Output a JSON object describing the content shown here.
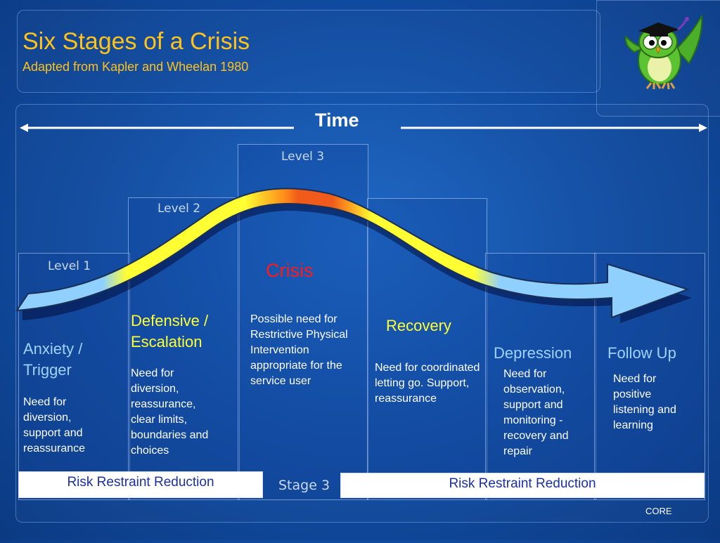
{
  "header": {
    "title": "Six Stages of a Crisis",
    "subtitle": "Adapted from Kapler and Wheelan 1980",
    "logo_icon": "owl-graduate-icon"
  },
  "diagram": {
    "axis_label": "Time",
    "levels": [
      "Level 1",
      "Level 2",
      "Level 3"
    ],
    "stages": [
      {
        "heading": "Anxiety / Trigger",
        "body": "Need for diversion, support and reassurance",
        "color": "#9fd2ff"
      },
      {
        "heading": "Defensive / Escalation",
        "body": "Need for diversion, reassurance, clear limits, boundaries and choices",
        "color": "#ffff33"
      },
      {
        "heading": "Crisis",
        "body": "Possible need for Restrictive Physical Intervention appropriate for the service user",
        "color": "#ff1a1a"
      },
      {
        "heading": "Recovery",
        "body": "Need for coordinated letting go. Support, reassurance",
        "color": "#ffff33"
      },
      {
        "heading": "Depression",
        "body": "Need for observation, support and monitoring - recovery and repair",
        "color": "#9fd2ff"
      },
      {
        "heading": "Follow Up",
        "body": "Need for positive listening and learning",
        "color": "#9fd2ff"
      }
    ],
    "bottom": {
      "left_box": "Risk Restraint Reduction",
      "middle": "Stage 3",
      "right_box": "Risk Restraint Reduction"
    }
  },
  "footer": "CORE",
  "colors": {
    "title": "#ffc21a",
    "background": "#124fa6",
    "box_text": "#1a2fa8"
  }
}
